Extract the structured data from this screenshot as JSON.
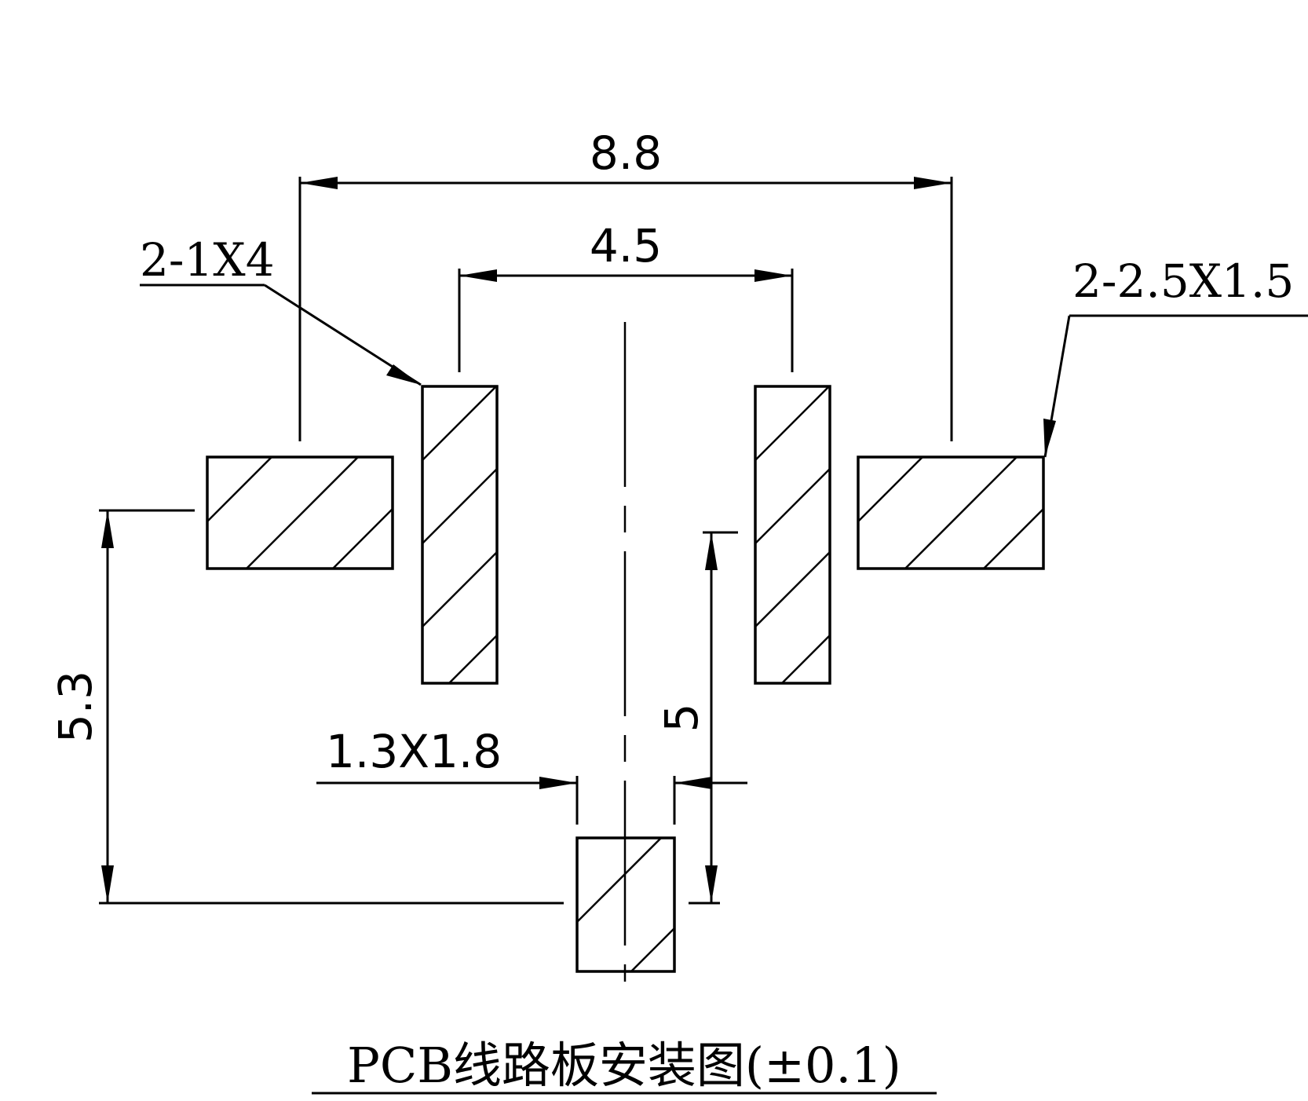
{
  "drawing": {
    "title": "PCB线路板安装图(±0.1)",
    "dimensions": {
      "overall_width": "8.8",
      "inner_spacing": "4.5",
      "vertical_offset_left": "5.3",
      "vertical_offset_center": "5"
    },
    "callouts": {
      "narrow_pads": "2-1X4",
      "side_pads": "2-2.5X1.5",
      "bottom_pad": "1.3X1.8"
    }
  }
}
